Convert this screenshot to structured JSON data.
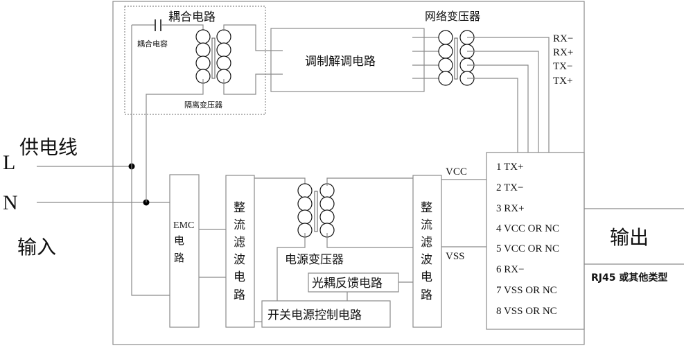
{
  "input": {
    "L": "L",
    "N": "N",
    "supply_line": "供电线",
    "input_label": "输入"
  },
  "coupling": {
    "title": "耦合电路",
    "capacitor": "耦合电容",
    "isolation_transformer": "隔离变压器"
  },
  "modem": {
    "label": "调制解调电路"
  },
  "network_transformer": {
    "title": "网络变压器",
    "signals": [
      "RX−",
      "RX+",
      "TX−",
      "TX+"
    ]
  },
  "power": {
    "emc": [
      "EMC",
      "电",
      "路"
    ],
    "rectifier1": [
      "整",
      "流",
      "滤",
      "波",
      "电",
      "路"
    ],
    "rectifier2": [
      "整",
      "流",
      "滤",
      "波",
      "电",
      "路"
    ],
    "transformer": "电源变压器",
    "optocoupler": "光耦反馈电路",
    "switch_control": "开关电源控制电路",
    "vcc": "VCC",
    "vss": "VSS"
  },
  "connector": {
    "pins": [
      "1 TX+",
      "2 TX−",
      "3 RX+",
      "4 VCC OR NC",
      "5 VCC OR NC",
      "6 RX−",
      "7 VSS OR NC",
      "8 VSS OR NC"
    ],
    "output_label": "输出",
    "type_label": "RJ45 或其他类型"
  }
}
